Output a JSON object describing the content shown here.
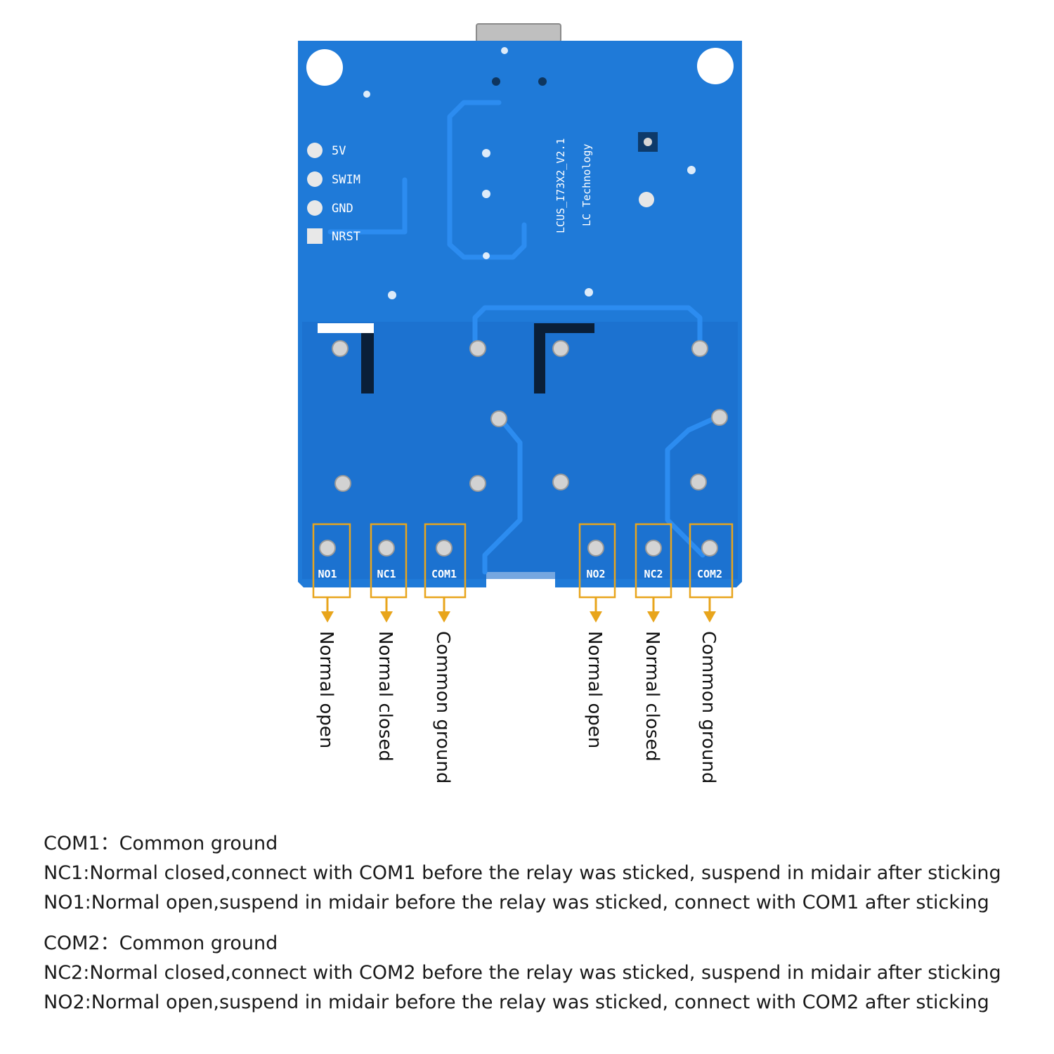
{
  "board": {
    "colors": {
      "pcb": "#1f7ad8",
      "pcb_dark": "#1563b8",
      "trace": "#2c8cf0",
      "accent": "#e8a51c",
      "pad": "#c8c8c8"
    },
    "pins": [
      {
        "key": "5v",
        "label": "5V"
      },
      {
        "key": "swim",
        "label": "SWIM"
      },
      {
        "key": "gnd",
        "label": "GND"
      },
      {
        "key": "nrst",
        "label": "NRST"
      }
    ],
    "model_text": "LCUS_I73X2_V2.1",
    "maker_text": "LC Technology"
  },
  "terminals": [
    {
      "label": "NO1",
      "callout": "Normal open"
    },
    {
      "label": "NC1",
      "callout": "Normal closed"
    },
    {
      "label": "COM1",
      "callout": "Common ground"
    },
    {
      "label": "NO2",
      "callout": "Normal open"
    },
    {
      "label": "NC2",
      "callout": "Normal closed"
    },
    {
      "label": "COM2",
      "callout": "Common ground"
    }
  ],
  "description": {
    "group1": [
      "COM1：Common ground",
      "NC1:Normal closed,connect with COM1 before the relay was sticked, suspend in midair after sticking",
      "NO1:Normal open,suspend in midair before the relay was sticked, connect with COM1 after sticking"
    ],
    "group2": [
      "COM2：Common ground",
      "NC2:Normal closed,connect with COM2 before the relay was sticked, suspend in midair after sticking",
      "NO2:Normal open,suspend in midair before the relay was sticked, connect with COM2 after sticking"
    ]
  }
}
